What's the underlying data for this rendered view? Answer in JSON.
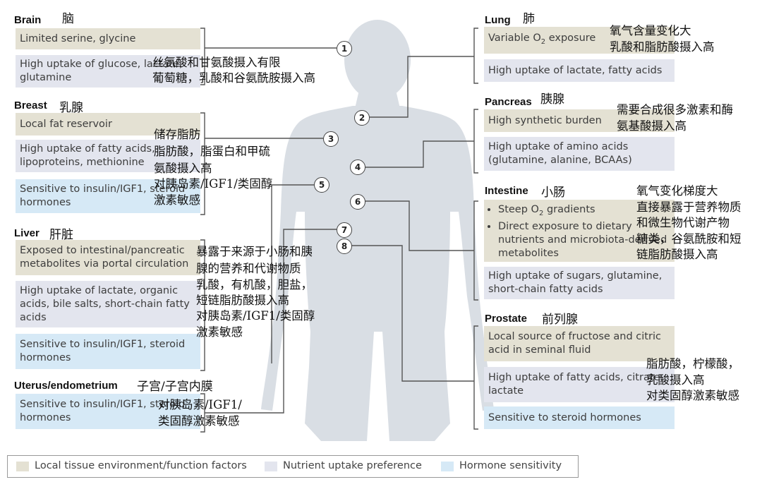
{
  "brain": {
    "title": "Brain",
    "zh": "脑",
    "env": "Limited serine, glycine",
    "uptake": "High uptake of glucose, lactate, glutamine",
    "ann": [
      "丝氨酸和甘氨酸摄入有限",
      "葡萄糖，乳酸和谷氨酰胺摄入高"
    ]
  },
  "breast": {
    "title": "Breast",
    "zh": "乳腺",
    "env": "Local fat reservoir",
    "uptake": "High uptake of fatty acids, lipoproteins, methionine",
    "hormone": "Sensitive to insulin/IGF1, steroid hormones",
    "ann": [
      "储存脂肪",
      "脂肪酸，脂蛋白和甲硫",
      "氨酸摄入高",
      "对胰岛素/IGF1/类固醇",
      "激素敏感"
    ]
  },
  "liver": {
    "title": "Liver",
    "zh": "肝脏",
    "env": "Exposed to intestinal/pancreatic metabolites via portal circulation",
    "uptake": "High uptake of lactate, organic acids, bile salts, short-chain fatty acids",
    "hormone": "Sensitive to insulin/IGF1, steroid hormones",
    "ann": [
      "暴露于来源于小肠和胰",
      "腺的营养和代谢物质",
      "乳酸，有机酸，胆盐，",
      "短链脂肪酸摄入高",
      "对胰岛素/IGF1/类固醇",
      "激素敏感"
    ]
  },
  "uterus": {
    "title": "Uterus/endometrium",
    "zh": "子宫/子宫内膜",
    "hormone": "Sensitive to insulin/IGF1, steroid hormones",
    "ann": [
      "对胰岛素/IGF1/",
      "类固醇激素敏感"
    ]
  },
  "lung": {
    "title": "Lung",
    "zh": "肺",
    "env_pre": "Variable O",
    "env_sub": "2",
    "env_post": " exposure",
    "uptake": "High uptake of lactate, fatty acids",
    "ann": [
      "氧气含量变化大",
      "乳酸和脂肪酸摄入高"
    ]
  },
  "pancreas": {
    "title": "Pancreas",
    "zh": "胰腺",
    "env": "High synthetic burden",
    "uptake": "High uptake of amino acids (glutamine, alanine, BCAAs)",
    "ann": [
      "需要合成很多激素和酶",
      "氨基酸摄入高"
    ]
  },
  "intestine": {
    "title": "Intestine",
    "zh": "小肠",
    "env_b1_pre": "Steep O",
    "env_b1_sub": "2",
    "env_b1_post": " gradients",
    "env_b2": "Direct exposure to dietary nutrients and microbiota-derived metabolites",
    "uptake": "High uptake of sugars, glutamine, short-chain fatty acids",
    "ann": [
      "氧气变化梯度大",
      "直接暴露于营养物质",
      "和微生物代谢产物",
      "糖类，谷氨酰胺和短",
      "链脂肪酸摄入高"
    ]
  },
  "prostate": {
    "title": "Prostate",
    "zh": "前列腺",
    "env": "Local source of fructose and citric acid in seminal fluid",
    "uptake": "High uptake of fatty acids, citrate, lactate",
    "hormone": "Sensitive to steroid hormones",
    "ann": [
      "脂肪酸，柠檬酸，",
      "乳酸摄入高",
      "对类固醇激素敏感"
    ]
  },
  "markers": [
    "1",
    "2",
    "3",
    "4",
    "5",
    "6",
    "7",
    "8"
  ],
  "legend": {
    "env": "Local tissue environment/function factors",
    "uptake": "Nutrient uptake preference",
    "hormone": "Hormone sensitivity"
  },
  "colors": {
    "env": "#e4e1d3",
    "uptake": "#e3e5ee",
    "hormone": "#d6e9f6",
    "silhouette": "#d9dee4"
  }
}
